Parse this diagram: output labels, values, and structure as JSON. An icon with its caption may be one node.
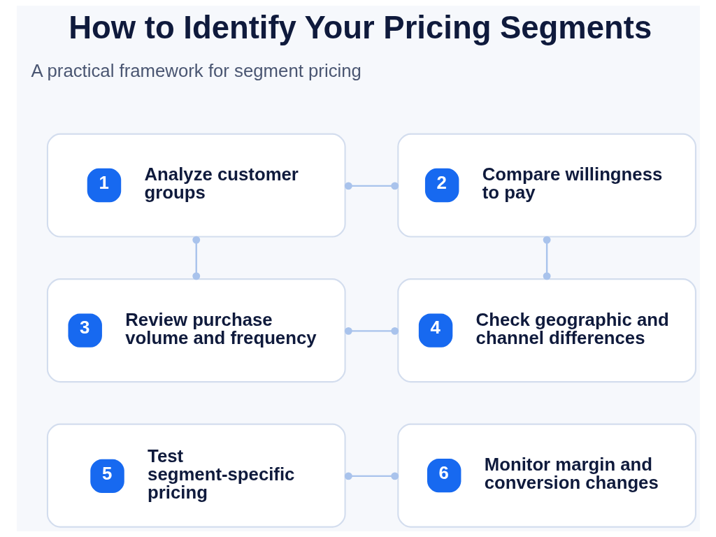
{
  "diagram": {
    "title": "How to Identify Your Pricing Segments",
    "nodes": [
      {
        "text": [
          "1",
          "Analyze customer groups"
        ]
      },
      {
        "text": [
          "2",
          "Compare willingness to pay"
        ]
      },
      {
        "text": [
          "3",
          "Review purchase volume and frequency"
        ]
      },
      {
        "text": [
          "4",
          "Check geographic and channel differences"
        ]
      },
      {
        "text": [
          "5",
          "Test segment-specific pricing"
        ]
      },
      {
        "text": [
          "6",
          "Monitor margin and conversion changes"
        ]
      }
    ],
    "edges": [
      {
        "from": 0,
        "to": 1,
        "arrow": "other"
      },
      {
        "from": 0,
        "to": 2,
        "arrow": "other"
      },
      {
        "from": 1,
        "to": 3,
        "arrow": "other"
      },
      {
        "from": 2,
        "to": 3,
        "arrow": "other"
      },
      {
        "from": 4,
        "to": 5,
        "arrow": "other"
      }
    ],
    "labels": [
      "A practical framework for segment pricing"
    ]
  }
}
